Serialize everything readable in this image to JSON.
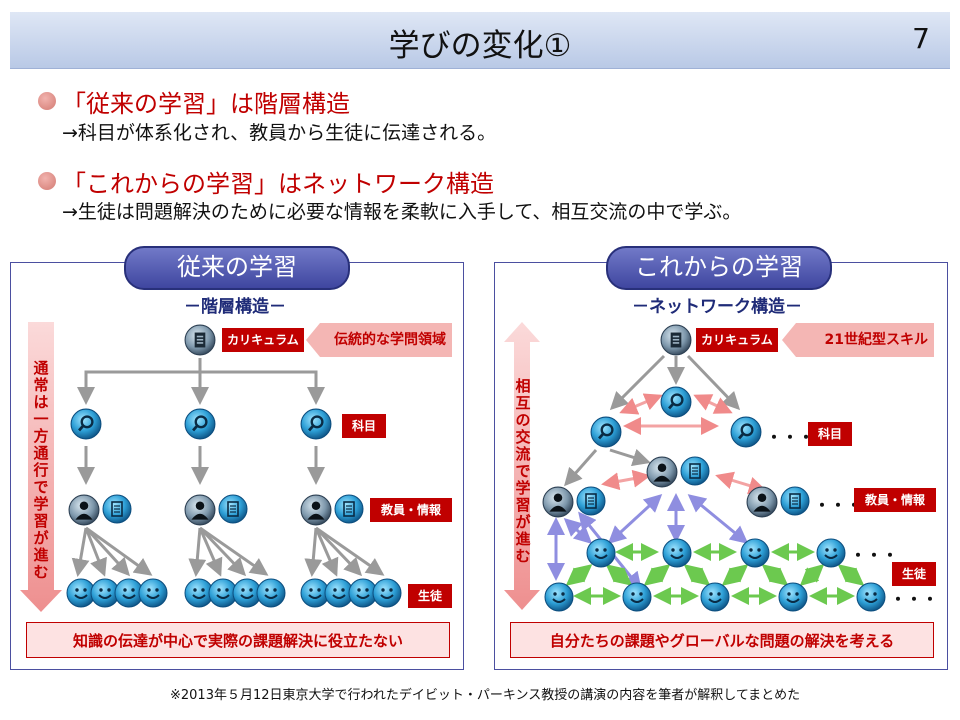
{
  "header": {
    "title": "学びの変化①",
    "page_number": "7"
  },
  "bullets": [
    {
      "heading": "「従来の学習」は階層構造",
      "detail": "→科目が体系化され、教員から生徒に伝達される。"
    },
    {
      "heading": "「これからの学習」はネットワーク構造",
      "detail": "→生徒は問題解決のために必要な情報を柔軟に入手して、相互交流の中で学ぶ。"
    }
  ],
  "left_panel": {
    "title": "従来の学習",
    "subtitle": "－階層構造－",
    "curriculum_label": "カリキュラム",
    "arrow_label": "伝統的な学問領域",
    "side_text": "通常は一方通行で学習が進む",
    "subject_label": "科目",
    "teacher_label": "教員・情報",
    "student_label": "生徒",
    "footer": "知識の伝達が中心で実際の課題解決に役立たない"
  },
  "right_panel": {
    "title": "これからの学習",
    "subtitle": "－ネットワーク構造－",
    "curriculum_label": "カリキュラム",
    "arrow_label": "21世紀型スキル",
    "side_text": "相互の交流で学習が進む",
    "subject_label": "科目",
    "teacher_label": "教員・情報",
    "student_label": "生徒",
    "ellipsis": "・・・",
    "footer": "自分たちの課題やグローバルな問題の解決を考える"
  },
  "footnote": "※2013年５月12日東京大学で行われたデイビット・パーキンス教授の講演の内容を筆者が解釈してまとめた"
}
